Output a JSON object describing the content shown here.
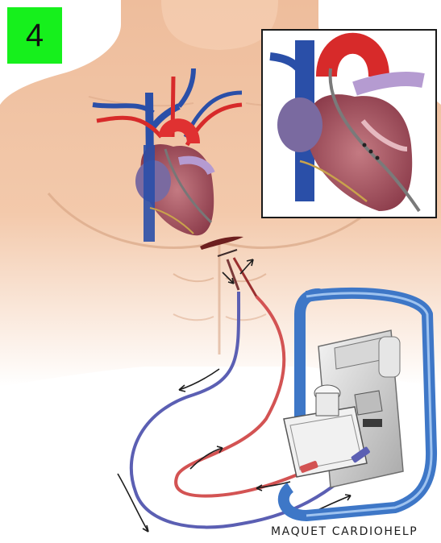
{
  "step_number": "4",
  "device_label": "MAQUET CARDIOHELP",
  "colors": {
    "badge_green": "#16f01c",
    "skin": "#f1c4a4",
    "venous_blue": "#4b4fa6",
    "arterial_red": "#c93b3b",
    "device_blue": "#3e77c7",
    "vessel_blue": "#2a4fa8",
    "vessel_red": "#d72a2a"
  },
  "icons": [
    "heart-illustration",
    "flow-arrow-icon",
    "inset-heart-illustration",
    "ecmo-device-illustration"
  ]
}
